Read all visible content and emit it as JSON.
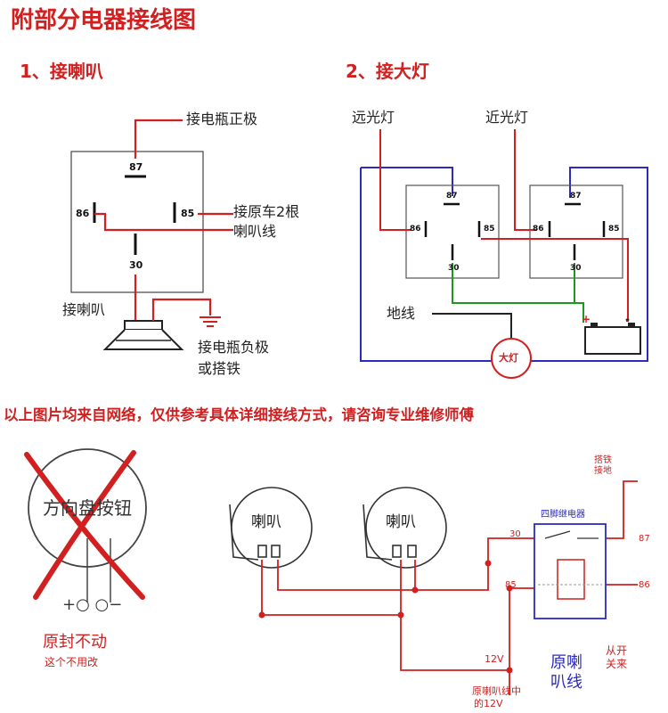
{
  "title": "附部分电器接线图",
  "section1": {
    "heading": "1、接喇叭",
    "pins": {
      "p87": "87",
      "p86": "86",
      "p85": "85",
      "p30": "30"
    },
    "label_battery_pos": "接电瓶正极",
    "label_orig_line1": "接原车2根",
    "label_orig_line2": "喇叭线",
    "label_horn": "接喇叭",
    "label_ground1": "接电瓶负极",
    "label_ground2": "或搭铁"
  },
  "section2": {
    "heading": "2、接大灯",
    "label_high_beam": "远光灯",
    "label_low_beam": "近光灯",
    "label_ground": "地线",
    "label_headlight": "大灯",
    "relay_left_pins": {
      "p87": "87",
      "p86": "86",
      "p85": "85",
      "p30": "30"
    },
    "relay_right_pins": {
      "p87": "87",
      "p86": "86",
      "p85": "85",
      "p30": "30"
    },
    "battery_plus": "+",
    "battery_minus": "-"
  },
  "notice": "以上图片均来自网络，仅供参考具体详细接线方式，请咨询专业维修师傅",
  "section3": {
    "steering_label": "方向盘按钮",
    "terminals": "+○ ○−",
    "original_line1": "原封不动",
    "original_line2": "这个不用改",
    "horn_left": "喇叭",
    "horn_right": "喇叭",
    "relay_title": "四脚继电器",
    "pin30": "30",
    "pin87": "87",
    "pin85": "85",
    "pin86": "86",
    "ground_top1": "搭铁",
    "ground_top2": "接地",
    "volt": "12V",
    "orig_horn_line1": "原喇",
    "orig_horn_line2": "叭线",
    "switch_line1": "从开",
    "switch_line2": "关来",
    "bottom_note1": "原喇叭线中",
    "bottom_note2": "的12V"
  },
  "colors": {
    "heading_red": "#d21f1f",
    "wire_blue": "#2b2bc0",
    "wire_green": "#1b9a1b",
    "wire_red": "#d21f1f",
    "wire_dark": "#222222"
  }
}
